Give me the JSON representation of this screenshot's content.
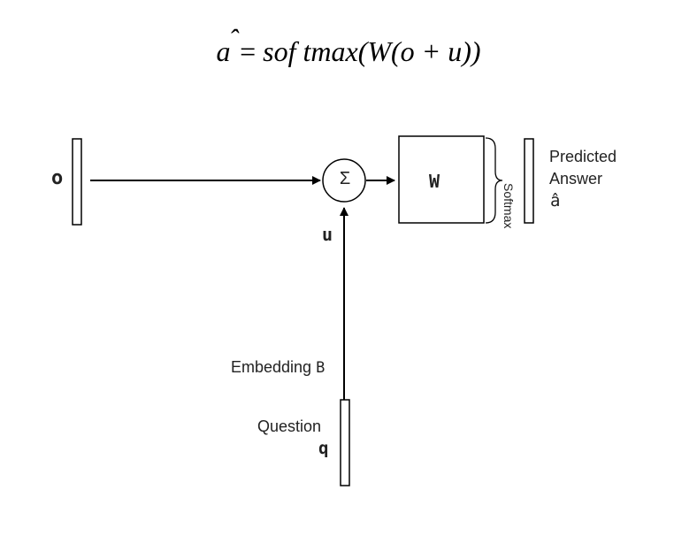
{
  "formula": {
    "lhs": "a",
    "hat": "ˆ",
    "eq": "= ",
    "rhs": "sof tmax(W(o + u))"
  },
  "nodes": {
    "o_label": "o",
    "sum_symbol": "Σ",
    "w_label": "W",
    "u_label": "u",
    "softmax_label": "Softmax",
    "predicted_label": "Predicted",
    "answer_label": "Answer",
    "answer_symbol": "â",
    "embedding_label": "Embedding",
    "embedding_var": "B",
    "question_label": "Question",
    "question_var": "q"
  },
  "colors": {
    "stroke": "#000000",
    "text": "#222222",
    "background": "#ffffff"
  }
}
